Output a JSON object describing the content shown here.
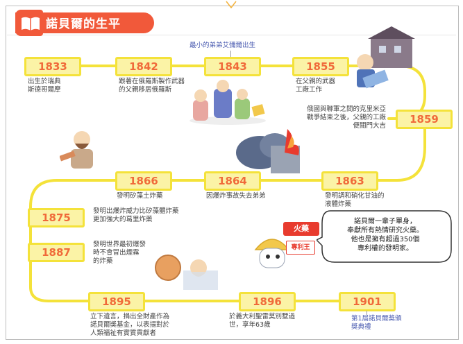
{
  "header": {
    "title": "諾貝爾的生平",
    "icon": "open-book-icon",
    "color": "#f1593a"
  },
  "top_note": "最小的弟弟艾彌爾出生",
  "events": [
    {
      "year": "1833",
      "caption": "出生於瑞典\n斯德哥爾摩"
    },
    {
      "year": "1842",
      "caption": "跟著在俄羅斯製作武器\n的父親移居俄羅斯"
    },
    {
      "year": "1843",
      "caption": ""
    },
    {
      "year": "1855",
      "caption": "在父親的武器\n工廠工作"
    },
    {
      "year": "1859",
      "caption": "俄國與聯軍之間的克里米亞\n戰爭結束之後，父親的工廠\n便關門大吉"
    },
    {
      "year": "1863",
      "caption": "發明調和硝化甘油的\n液體炸藥"
    },
    {
      "year": "1864",
      "caption": "因爆炸事故失去弟弟"
    },
    {
      "year": "1866",
      "caption": "發明矽藻土炸藥"
    },
    {
      "year": "1875",
      "caption": "發明出爆炸威力比矽藻體炸藥\n更加強大的葛里炸藥"
    },
    {
      "year": "1887",
      "caption": "發明世界最初爆發\n時不會冒出煙霧\n的炸藥"
    },
    {
      "year": "1895",
      "caption": "立下遺言，捐出全財產作為\n諾貝爾獎基金，以表揚對於\n人類福祉有實質貢獻者"
    },
    {
      "year": "1896",
      "caption": "於義大利聖雷莫別墅過\n世，享年63歲"
    },
    {
      "year": "1901",
      "caption": "第1屆諾貝爾獎頒\n獎典禮"
    }
  ],
  "speech_bubble": "諾貝爾一輩子單身，\n奉獻所有熱情研究火藥。\n他也是擁有超過350個\n專利權的發明家。",
  "fire_label": "火藥",
  "patent_label": "專利王",
  "colors": {
    "path": "#f4e23a",
    "year_text": "#f06a3a",
    "year_fill": "#fbf3a6",
    "accent_red": "#e83b2e",
    "caption_blue": "#4a5bb0"
  }
}
